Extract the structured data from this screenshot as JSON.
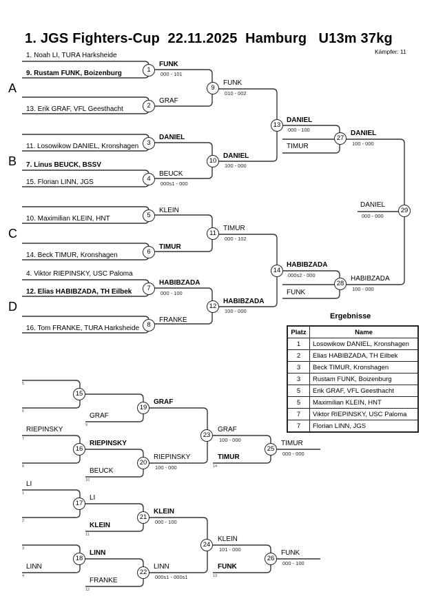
{
  "header": {
    "title": "1. JGS Fighters-Cup  22.11.2025  Hamburg   U13m 37kg",
    "fighters_count": "Kämpfer: 11"
  },
  "pools": [
    "A",
    "B",
    "C",
    "D"
  ],
  "entries": [
    {
      "text": "1. Noah LI, TURA Harksheide",
      "bold": false
    },
    {
      "text": "9. Rustam FUNK, Boizenburg",
      "bold": true
    },
    {
      "text": "13. Erik GRAF, VFL Geesthacht",
      "bold": false
    },
    {
      "text": "11. Losowikow DANIEL, Kronshagen",
      "bold": false
    },
    {
      "text": "7. Linus BEUCK, BSSV",
      "bold": true
    },
    {
      "text": "15. Florian LINN, JGS",
      "bold": false
    },
    {
      "text": "10. Maximilian KLEIN, HNT",
      "bold": false
    },
    {
      "text": "14. Beck TIMUR, Kronshagen",
      "bold": false
    },
    {
      "text": "4. Viktor RIEPINSKY, USC Paloma",
      "bold": false
    },
    {
      "text": "12. Elias HABIBZADA, TH Eilbek",
      "bold": true
    },
    {
      "text": "16. Tom FRANKE, TURA Harksheide",
      "bold": false
    }
  ],
  "main_bracket": {
    "labels": [
      {
        "text": "FUNK",
        "bold": true,
        "score": "000 - 101"
      },
      {
        "text": "GRAF",
        "bold": false,
        "score": ""
      },
      {
        "text": "DANIEL",
        "bold": true,
        "score": ""
      },
      {
        "text": "BEUCK",
        "bold": false,
        "score": "000s1 - 000"
      },
      {
        "text": "KLEIN",
        "bold": false,
        "score": ""
      },
      {
        "text": "TIMUR",
        "bold": true,
        "score": ""
      },
      {
        "text": "HABIBZADA",
        "bold": true,
        "score": "000 - 100"
      },
      {
        "text": "FRANKE",
        "bold": false,
        "score": ""
      },
      {
        "text": "FUNK",
        "bold": false,
        "score": "010 - 002"
      },
      {
        "text": "DANIEL",
        "bold": true,
        "score": "100 - 000"
      },
      {
        "text": "TIMUR",
        "bold": false,
        "score": "000 - 102"
      },
      {
        "text": "HABIBZADA",
        "bold": true,
        "score": "100 - 000"
      },
      {
        "text": "DANIEL",
        "bold": true,
        "score": "000 - 100"
      },
      {
        "text": "TIMUR",
        "bold": false,
        "score": ""
      },
      {
        "text": "HABIBZADA",
        "bold": true,
        "score": "000s2 - 000"
      },
      {
        "text": "FUNK",
        "bold": false,
        "score": ""
      },
      {
        "text": "DANIEL",
        "bold": true,
        "score": "100 - 000"
      },
      {
        "text": "HABIBZADA",
        "bold": false,
        "score": "100 - 000"
      },
      {
        "text": "DANIEL",
        "bold": false,
        "score": "000 - 000"
      }
    ],
    "match_numbers": [
      "1",
      "2",
      "3",
      "4",
      "5",
      "6",
      "7",
      "8",
      "9",
      "10",
      "11",
      "12",
      "13",
      "27",
      "14",
      "28",
      "29"
    ]
  },
  "repechage": {
    "labels": [
      {
        "text": "GRAF",
        "bold": false,
        "score": ""
      },
      {
        "text": "RIEPINSKY",
        "bold": false,
        "score": ""
      },
      {
        "text": "RIEPINSKY",
        "bold": true,
        "score": ""
      },
      {
        "text": "BEUCK",
        "bold": false,
        "score": ""
      },
      {
        "text": "GRAF",
        "bold": true,
        "score": ""
      },
      {
        "text": "RIEPINSKY",
        "bold": false,
        "score": "100 - 000"
      },
      {
        "text": "GRAF",
        "bold": false,
        "score": "100 - 000"
      },
      {
        "text": "TIMUR",
        "bold": true,
        "score": ""
      },
      {
        "text": "TIMUR",
        "bold": false,
        "score": "000 - 000"
      },
      {
        "text": "LI",
        "bold": false,
        "score": ""
      },
      {
        "text": "LI",
        "bold": false,
        "score": ""
      },
      {
        "text": "KLEIN",
        "bold": true,
        "score": ""
      },
      {
        "text": "LINN",
        "bold": true,
        "score": ""
      },
      {
        "text": "LINN",
        "bold": false,
        "score": ""
      },
      {
        "text": "FRANKE",
        "bold": false,
        "score": ""
      },
      {
        "text": "KLEIN",
        "bold": true,
        "score": "000 - 100"
      },
      {
        "text": "LINN",
        "bold": false,
        "score": "000s1 - 000s1"
      },
      {
        "text": "KLEIN",
        "bold": false,
        "score": "101 - 000"
      },
      {
        "text": "FUNK",
        "bold": true,
        "score": ""
      },
      {
        "text": "FUNK",
        "bold": false,
        "score": "000 - 100"
      }
    ],
    "slot_numbers": [
      "5",
      "6",
      "9",
      "7",
      "8",
      "10",
      "14",
      "1",
      "2",
      "11",
      "3",
      "4",
      "12",
      "13"
    ],
    "match_numbers": [
      "15",
      "16",
      "19",
      "20",
      "23",
      "25",
      "17",
      "18",
      "21",
      "22",
      "24",
      "26"
    ]
  },
  "results": {
    "title": "Ergebnisse",
    "headers": [
      "Platz",
      "Name"
    ],
    "rows": [
      {
        "place": "1",
        "name": "Losowikow DANIEL, Kronshagen"
      },
      {
        "place": "2",
        "name": "Elias HABIBZADA, TH Eilbek"
      },
      {
        "place": "3",
        "name": "Beck TIMUR, Kronshagen"
      },
      {
        "place": "3",
        "name": "Rustam FUNK, Boizenburg"
      },
      {
        "place": "5",
        "name": "Erik GRAF, VFL Geesthacht"
      },
      {
        "place": "5",
        "name": "Maximilian KLEIN, HNT"
      },
      {
        "place": "7",
        "name": "Viktor RIEPINSKY, USC Paloma"
      },
      {
        "place": "7",
        "name": "Florian LINN, JGS"
      }
    ]
  }
}
